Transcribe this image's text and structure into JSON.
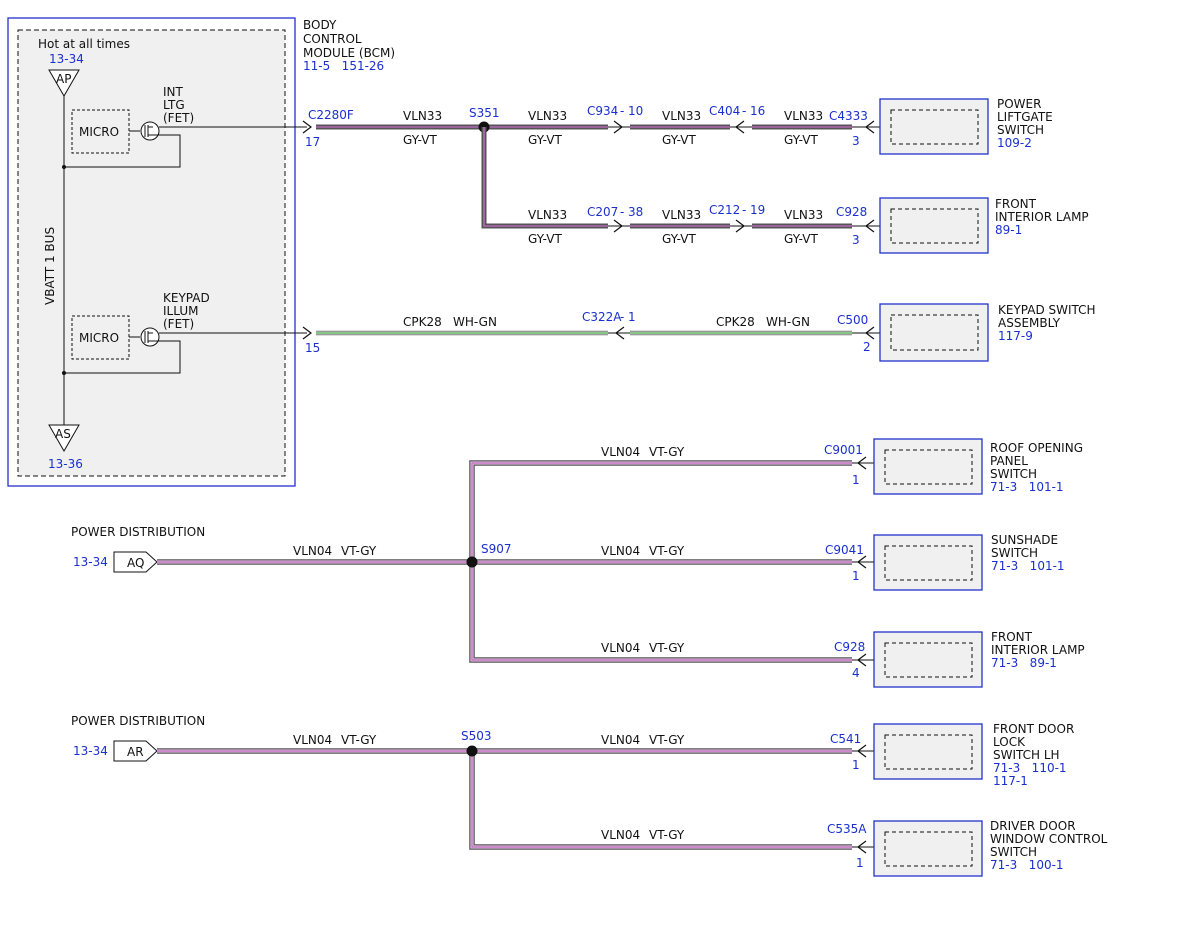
{
  "bcm": {
    "title": [
      "BODY",
      "CONTROL",
      "MODULE (BCM)"
    ],
    "refs": "11-5   151-26",
    "hot_label": "Hot at all times",
    "bus_label": "VBATT 1 BUS",
    "ap_ref": "13-34",
    "ap_label": "AP",
    "as_ref": "13-36",
    "as_label": "AS",
    "micro_label": "MICRO",
    "int_ltg": [
      "INT",
      "LTG",
      "(FET)"
    ],
    "keypad_illum": [
      "KEYPAD",
      "ILLUM",
      "(FET)"
    ]
  },
  "circuits": {
    "c2280f": "C2280F",
    "c2280f_pin": "17",
    "pin15": "15",
    "s351": "S351",
    "vln33": "VLN33",
    "gy_vt": "GY-VT",
    "c934": "C934",
    "c934_pin": "10",
    "c404": "C404",
    "c404_pin": "16",
    "c4333": "C4333",
    "c4333_pin": "3",
    "c207": "C207",
    "c207_pin": "38",
    "c212": "C212",
    "c212_pin": "19",
    "c928_top": "C928",
    "c928_top_pin": "3",
    "cpk28": "CPK28",
    "wh_gn": "WH-GN",
    "c322a": "C322A",
    "c322a_pin": "1",
    "c500": "C500",
    "c500_pin": "2",
    "vln04": "VLN04",
    "vt_gy": "VT-GY",
    "c9001": "C9001",
    "c9001_pin": "1",
    "s907": "S907",
    "c9041": "C9041",
    "c9041_pin": "1",
    "c928_mid": "C928",
    "c928_mid_pin": "4",
    "s503": "S503",
    "c541": "C541",
    "c541_pin": "1",
    "c535a": "C535A",
    "c535a_pin": "1"
  },
  "power": {
    "label": "POWER DISTRIBUTION",
    "aq_ref": "13-34",
    "aq_label": "AQ",
    "ar_ref": "13-34",
    "ar_label": "AR"
  },
  "components": {
    "liftgate": {
      "lines": [
        "POWER",
        "LIFTGATE",
        "SWITCH"
      ],
      "ref": "109-2"
    },
    "front_lamp_top": {
      "lines": [
        "FRONT",
        "INTERIOR LAMP"
      ],
      "ref": "89-1"
    },
    "keypad_switch": {
      "lines": [
        "KEYPAD SWITCH",
        "ASSEMBLY"
      ],
      "ref": "117-9"
    },
    "roof_opening": {
      "lines": [
        "ROOF OPENING",
        "PANEL",
        "SWITCH"
      ],
      "ref": "71-3   101-1"
    },
    "sunshade": {
      "lines": [
        "SUNSHADE",
        "SWITCH"
      ],
      "ref": "71-3   101-1"
    },
    "front_lamp_mid": {
      "lines": [
        "FRONT",
        "INTERIOR LAMP"
      ],
      "ref": "71-3   89-1"
    },
    "front_door_lock": {
      "lines": [
        "FRONT DOOR",
        "LOCK",
        "SWITCH LH"
      ],
      "ref": "71-3   110-1",
      "ref2": "117-1"
    },
    "driver_window": {
      "lines": [
        "DRIVER DOOR",
        "WINDOW CONTROL",
        "SWITCH"
      ],
      "ref": "71-3   100-1"
    }
  },
  "colors": {
    "wire_gray": "#8a8a8a",
    "wire_violet": "#b46ab4",
    "wire_green": "#3aa83a",
    "label_blue": "#1a2fd0",
    "module_fill": "#f0f0f0",
    "module_border": "#2233cc"
  }
}
